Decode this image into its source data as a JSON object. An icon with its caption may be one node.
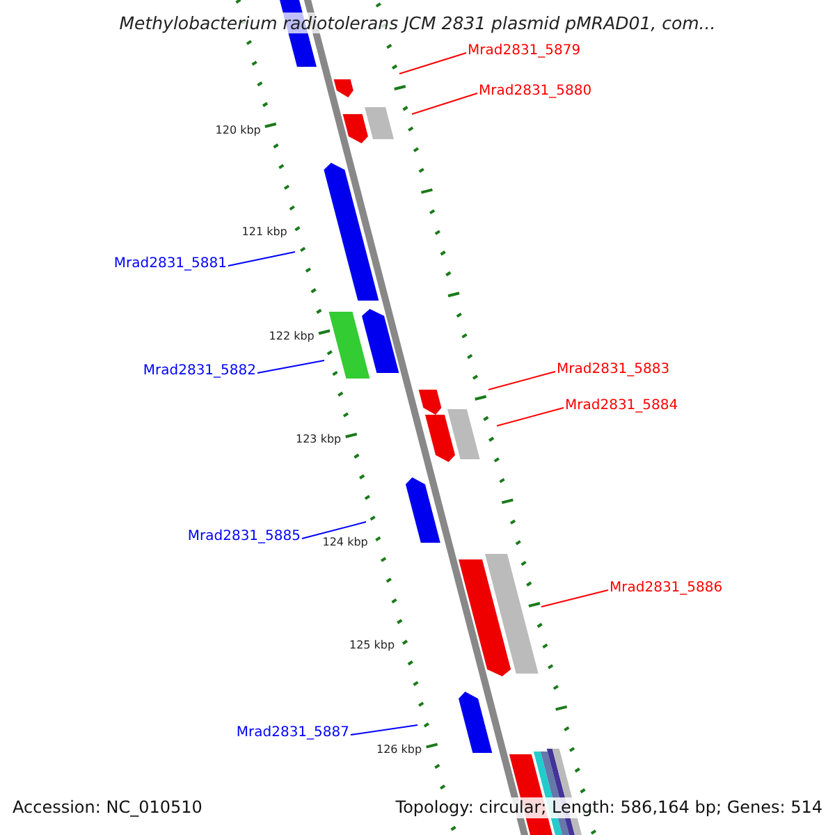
{
  "diagram": {
    "title": "Methylobacterium radiotolerans JCM 2831 plasmid pMRAD01, com...",
    "nodes": [
      {
        "text": [
          "Mrad2831_5879"
        ]
      },
      {
        "text": [
          "Mrad2831_5880"
        ]
      },
      {
        "text": [
          "Mrad2831_5881"
        ]
      },
      {
        "text": [
          "Mrad2831_5882"
        ]
      },
      {
        "text": [
          "Mrad2831_5883"
        ]
      },
      {
        "text": [
          "Mrad2831_5884"
        ]
      },
      {
        "text": [
          "Mrad2831_5885"
        ]
      },
      {
        "text": [
          "Mrad2831_5886"
        ]
      },
      {
        "text": [
          "Mrad2831_5887"
        ]
      }
    ],
    "edges": [
      {
        "from": 0,
        "to": null,
        "arrow": "none"
      },
      {
        "from": 1,
        "to": null,
        "arrow": "none"
      },
      {
        "from": 2,
        "to": null,
        "arrow": "none",
        "color": "#0000ff"
      },
      {
        "from": 3,
        "to": null,
        "arrow": "none",
        "color": "#0000ff"
      },
      {
        "from": 4,
        "to": null,
        "arrow": "none"
      },
      {
        "from": 5,
        "to": null,
        "arrow": "none"
      },
      {
        "from": 6,
        "to": null,
        "arrow": "none",
        "color": "#0000ff"
      },
      {
        "from": 7,
        "to": null,
        "arrow": "none"
      },
      {
        "from": 8,
        "to": null,
        "arrow": "none",
        "color": "#0000ff"
      }
    ],
    "labels": [
      "120 kbp",
      "121 kbp",
      "122 kbp",
      "123 kbp",
      "124 kbp",
      "125 kbp",
      "126 kbp",
      "Accession: NC_010510",
      "Topology: circular; Length: 586,164 bp; Genes: 514"
    ]
  }
}
